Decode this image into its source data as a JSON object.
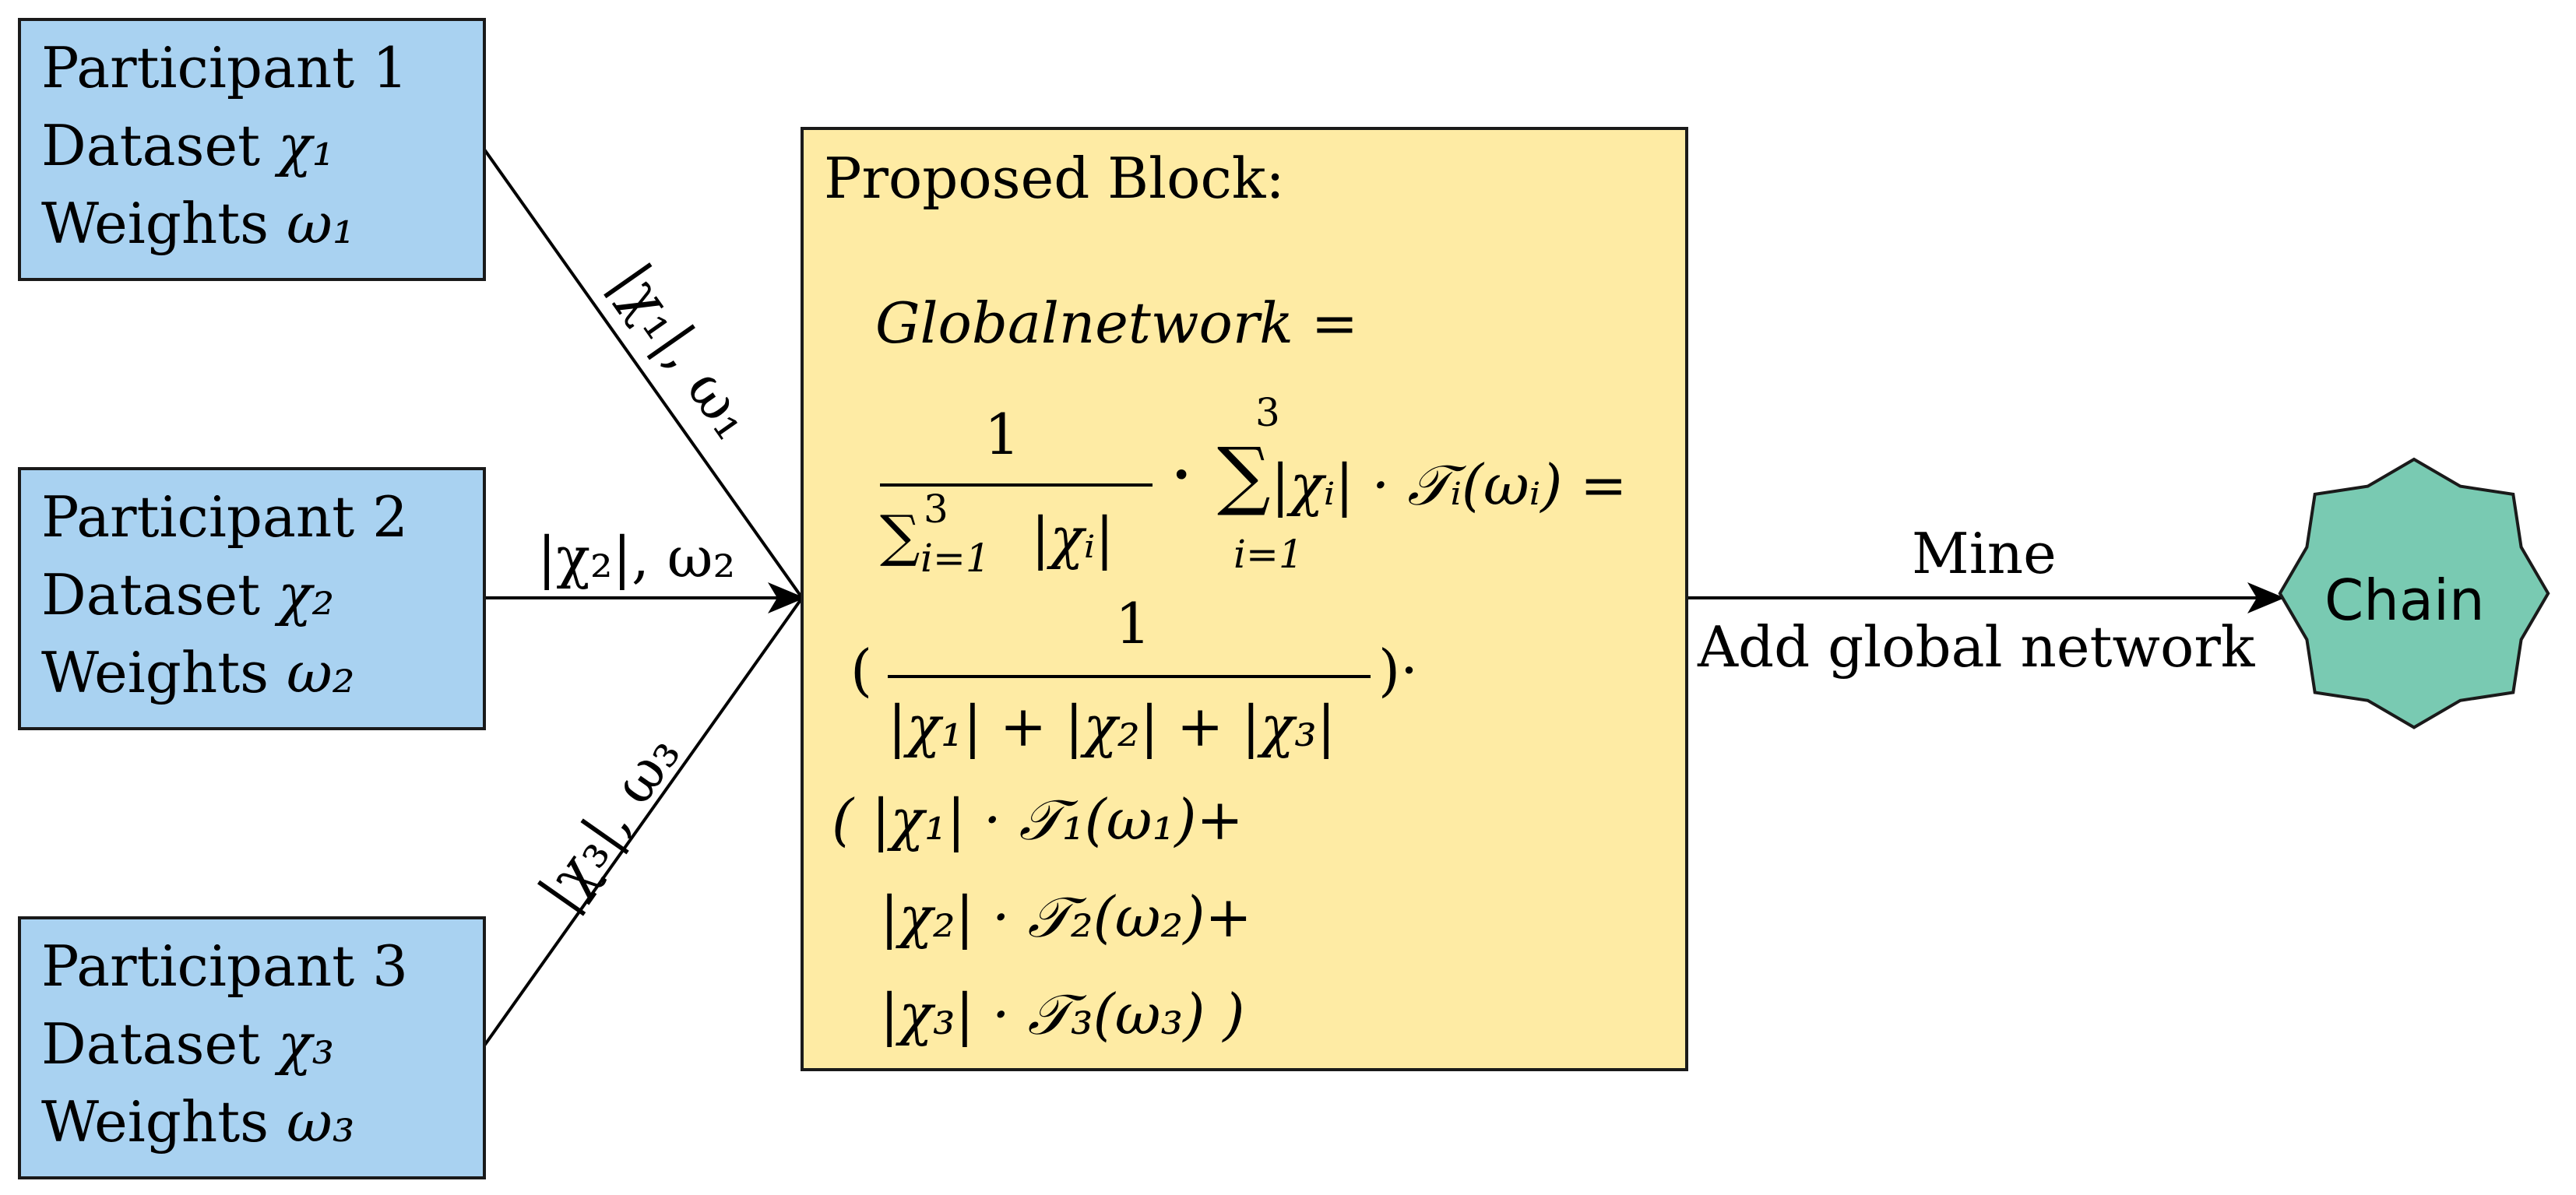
{
  "participants": [
    {
      "title": "Participant 1",
      "dataset_label": "Dataset",
      "dataset_symbol": "χ₁",
      "weights_label": "Weights",
      "weights_symbol": "ω₁",
      "edge_label": "|χ₁|, ω₁"
    },
    {
      "title": "Participant 2",
      "dataset_label": "Dataset",
      "dataset_symbol": "χ₂",
      "weights_label": "Weights",
      "weights_symbol": "ω₂",
      "edge_label": "|χ₂|, ω₂"
    },
    {
      "title": "Participant 3",
      "dataset_label": "Dataset",
      "dataset_symbol": "χ₃",
      "weights_label": "Weights",
      "weights_symbol": "ω₃",
      "edge_label": "|χ₃|, ω₃"
    }
  ],
  "block": {
    "title": "Proposed Block:",
    "line1": "Globalnetwork =",
    "frac1_num": "1",
    "frac1_den": "∑",
    "frac1_den_upper": "3",
    "frac1_den_lower": "i=1",
    "frac1_den_tail": "|χᵢ|",
    "sum_op": "· ∑",
    "sum_upper": "3",
    "sum_lower": "i=1",
    "sum_tail": "|χᵢ| · 𝒯ᵢ(ωᵢ) =",
    "frac2_open": "(",
    "frac2_num": "1",
    "frac2_den": "|χ₁| + |χ₂| + |χ₃|",
    "frac2_close": ")·",
    "term1": "( |χ₁| · 𝒯₁(ω₁)+",
    "term2": "|χ₂| · 𝒯₂(ω₂)+",
    "term3": "|χ₃| · 𝒯₃(ω₃) )"
  },
  "arrow": {
    "label_top": "Mine",
    "label_bottom": "Add global network"
  },
  "chain": {
    "label": "Chain"
  },
  "colors": {
    "participant_fill": "#a9d2f1",
    "block_fill": "#feeba4",
    "chain_fill": "#79cab2",
    "stroke": "#1a1a1a"
  }
}
